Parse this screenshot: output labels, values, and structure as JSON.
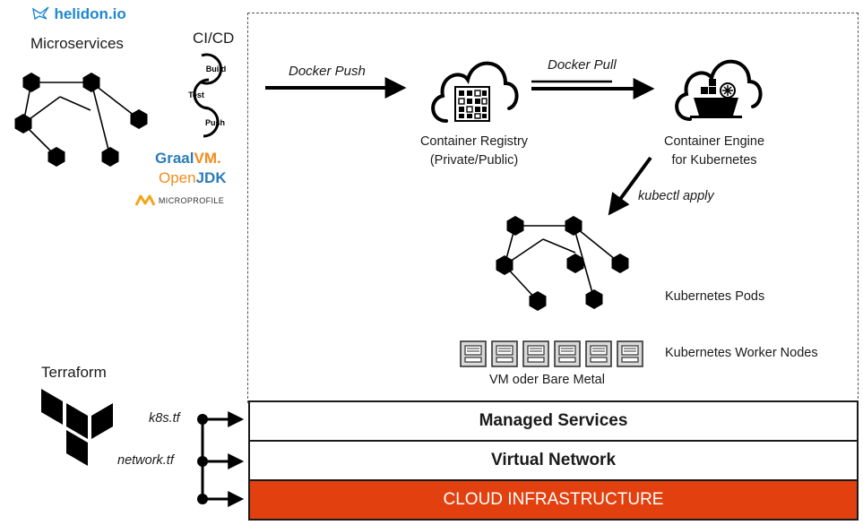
{
  "brand": {
    "helidon": "helidon.io",
    "microservices": "Microservices",
    "cicd": "CI/CD",
    "cycle": {
      "build": "Build",
      "test": "Test",
      "push": "Push"
    },
    "graal_a": "Graal",
    "graal_b": "VM.",
    "openjdk_a": "Open",
    "openjdk_b": "JDK",
    "microprofile": "MICROPROFILE"
  },
  "flow": {
    "docker_push": "Docker Push",
    "docker_pull": "Docker Pull",
    "kubectl_apply": "kubectl apply",
    "registry_line1": "Container Registry",
    "registry_line2": "(Private/Public)",
    "engine_line1": "Container Engine",
    "engine_line2": "for Kubernetes",
    "pods": "Kubernetes Pods",
    "worker_nodes": "Kubernetes Worker Nodes",
    "vm_bare_metal": "VM oder Bare Metal"
  },
  "terraform": {
    "label": "Terraform",
    "file_k8s": "k8s.tf",
    "file_network": "network.tf"
  },
  "layers": {
    "managed": "Managed Services",
    "network": "Virtual Network",
    "infra": "CLOUD INFRASTRUCTURE"
  },
  "colors": {
    "infra": "#e2400f",
    "helidon": "#1e88d0",
    "graal": "#2c7db5",
    "graal_vm": "#f28c1b",
    "openjdk_open": "#f28c1b",
    "openjdk_jdk": "#2c7db5",
    "microprofile": "#f2a51b"
  }
}
